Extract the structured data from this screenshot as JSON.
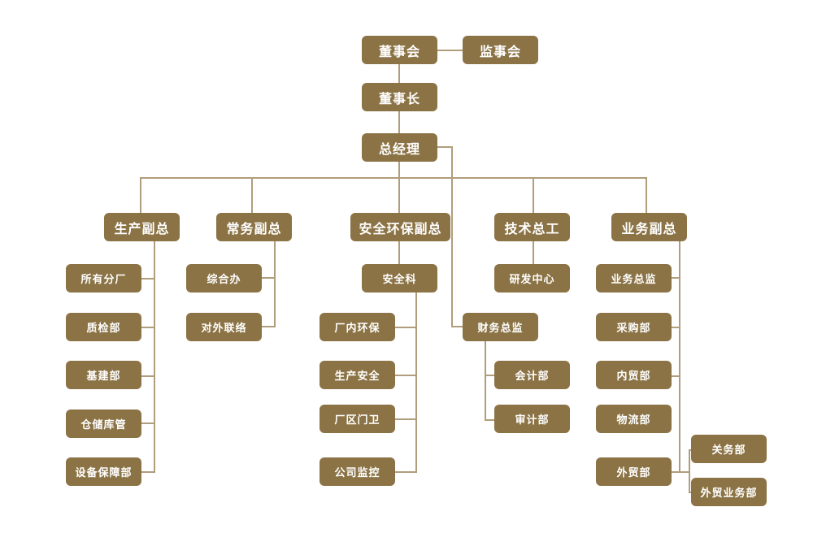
{
  "colors": {
    "node_fill": "#8b7345",
    "node_text": "#ffffff",
    "connector": "#b09d7c",
    "background": "#ffffff"
  },
  "top": {
    "board": "董事会",
    "supervisory_board": "监事会",
    "chairman": "董事长",
    "general_manager": "总经理",
    "finance_director": "财务总监",
    "finance_children": [
      "会计部",
      "审计部"
    ]
  },
  "divisions": [
    {
      "label": "生产副总",
      "children": [
        "所有分厂",
        "质检部",
        "基建部",
        "仓储库管",
        "设备保障部"
      ]
    },
    {
      "label": "常务副总",
      "children": [
        "综合办",
        "对外联络"
      ]
    },
    {
      "label": "安全环保副总",
      "children": [
        "安全科"
      ],
      "grandchildren": [
        "厂内环保",
        "生产安全",
        "厂区门卫",
        "公司监控"
      ]
    },
    {
      "label": "技术总工",
      "children": [
        "研发中心"
      ]
    },
    {
      "label": "业务副总",
      "children": [
        "业务总监",
        "采购部",
        "内贸部",
        "物流部",
        "外贸部"
      ],
      "foreign_trade_children": [
        "关务部",
        "外贸业务部"
      ]
    }
  ]
}
